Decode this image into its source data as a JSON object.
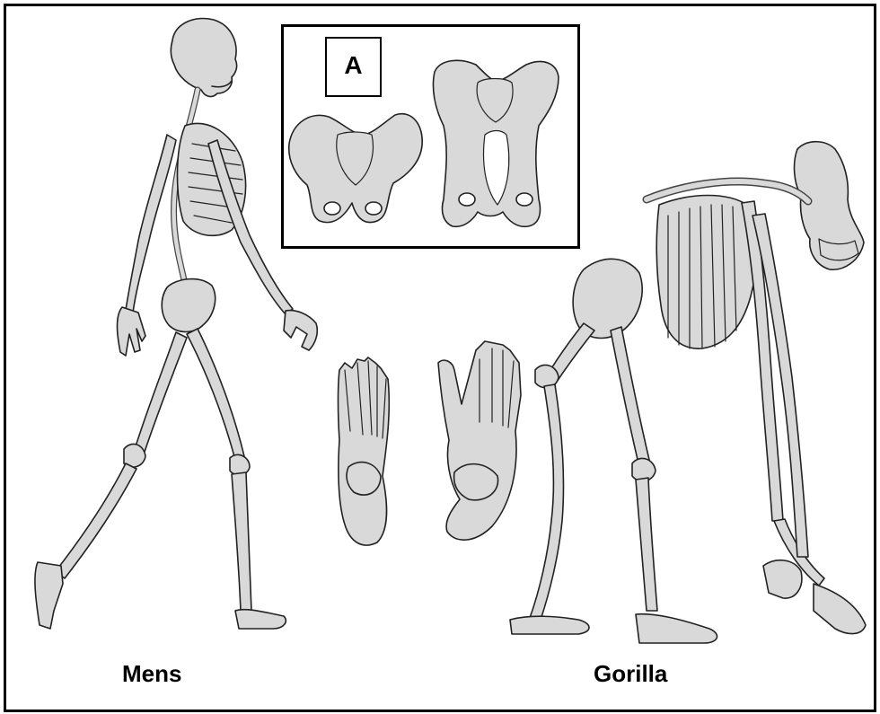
{
  "labels": {
    "human": "Mens",
    "gorilla": "Gorilla",
    "inset": "A"
  },
  "colors": {
    "bone_fill": "#d9d9d9",
    "outline": "#222222",
    "background": "#ffffff"
  }
}
